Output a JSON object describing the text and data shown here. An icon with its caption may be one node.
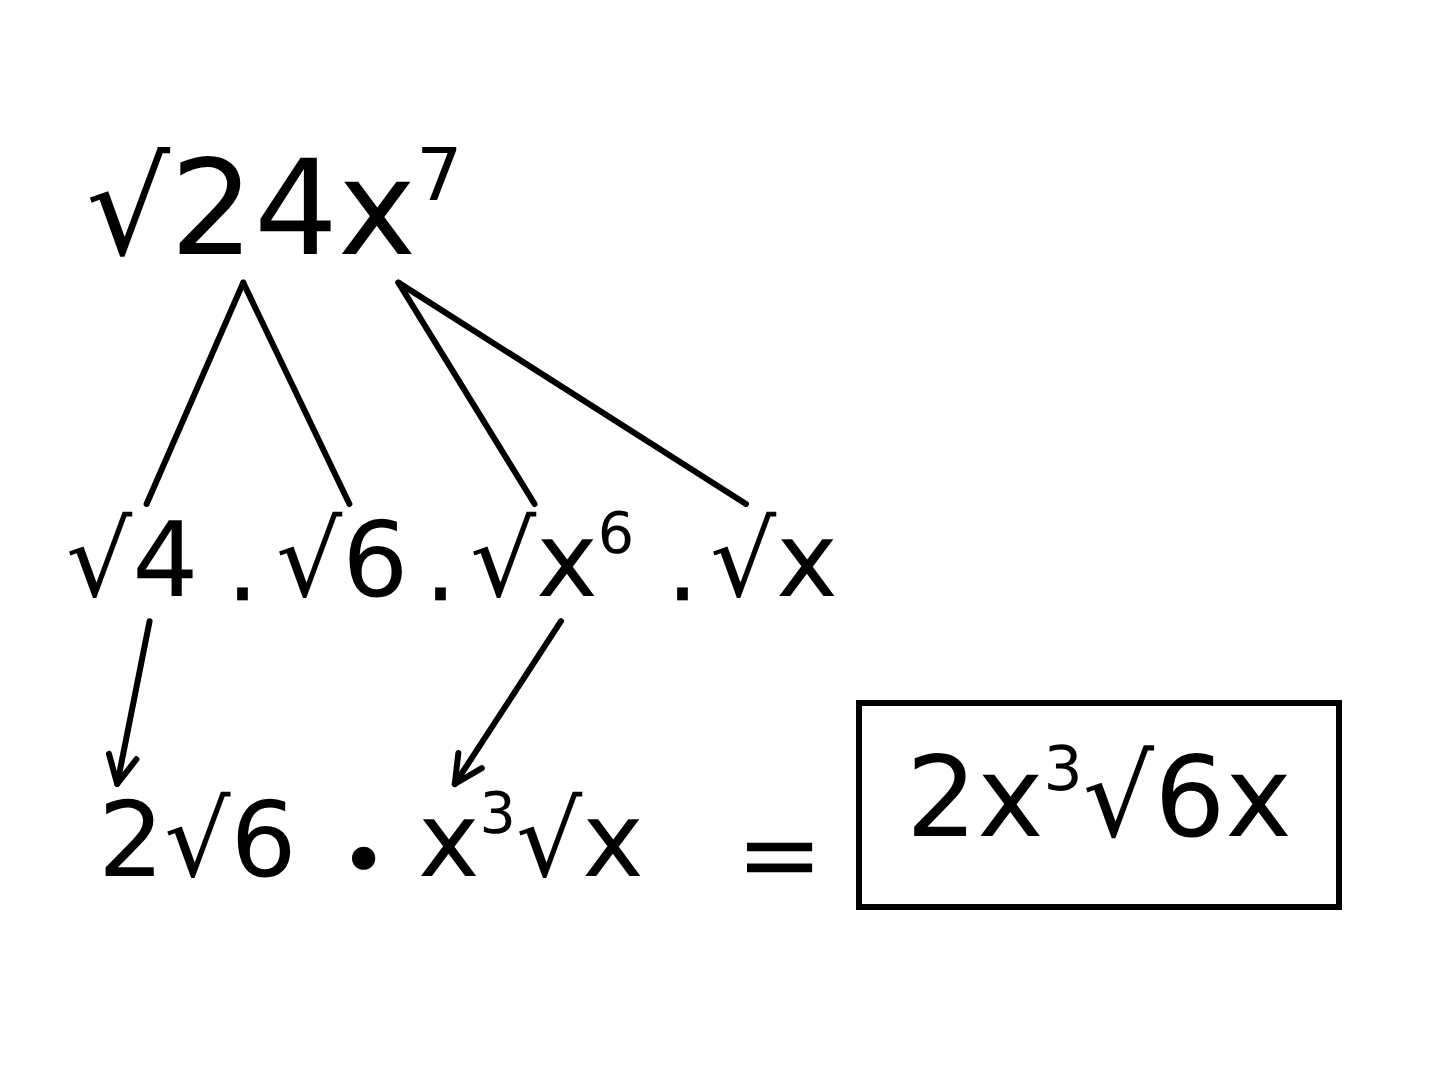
{
  "diagram": {
    "nodes": [
      {
        "text": [
          "√24x$^{7}$"
        ]
      },
      {
        "text": [
          "√4"
        ]
      },
      {
        "text": [
          "√6"
        ]
      },
      {
        "text": [
          "√x$^{6}$"
        ]
      },
      {
        "text": [
          "√x"
        ]
      },
      {
        "text": [
          "2√6"
        ]
      },
      {
        "text": [
          "x$^{3}$√x"
        ]
      },
      {
        "text": [
          "2x$^{3}$√6x"
        ]
      }
    ],
    "edges": [
      {
        "from": 0,
        "to": 1,
        "arrow": "none"
      },
      {
        "from": 0,
        "to": 2,
        "arrow": "none"
      },
      {
        "from": 0,
        "to": 3,
        "arrow": "none"
      },
      {
        "from": 0,
        "to": 4,
        "arrow": "none"
      },
      {
        "from": 1,
        "to": 5,
        "arrow": "to"
      },
      {
        "from": 3,
        "to": 6,
        "arrow": "to"
      }
    ],
    "labels": [
      "·",
      "·",
      "·",
      "•",
      "="
    ]
  }
}
